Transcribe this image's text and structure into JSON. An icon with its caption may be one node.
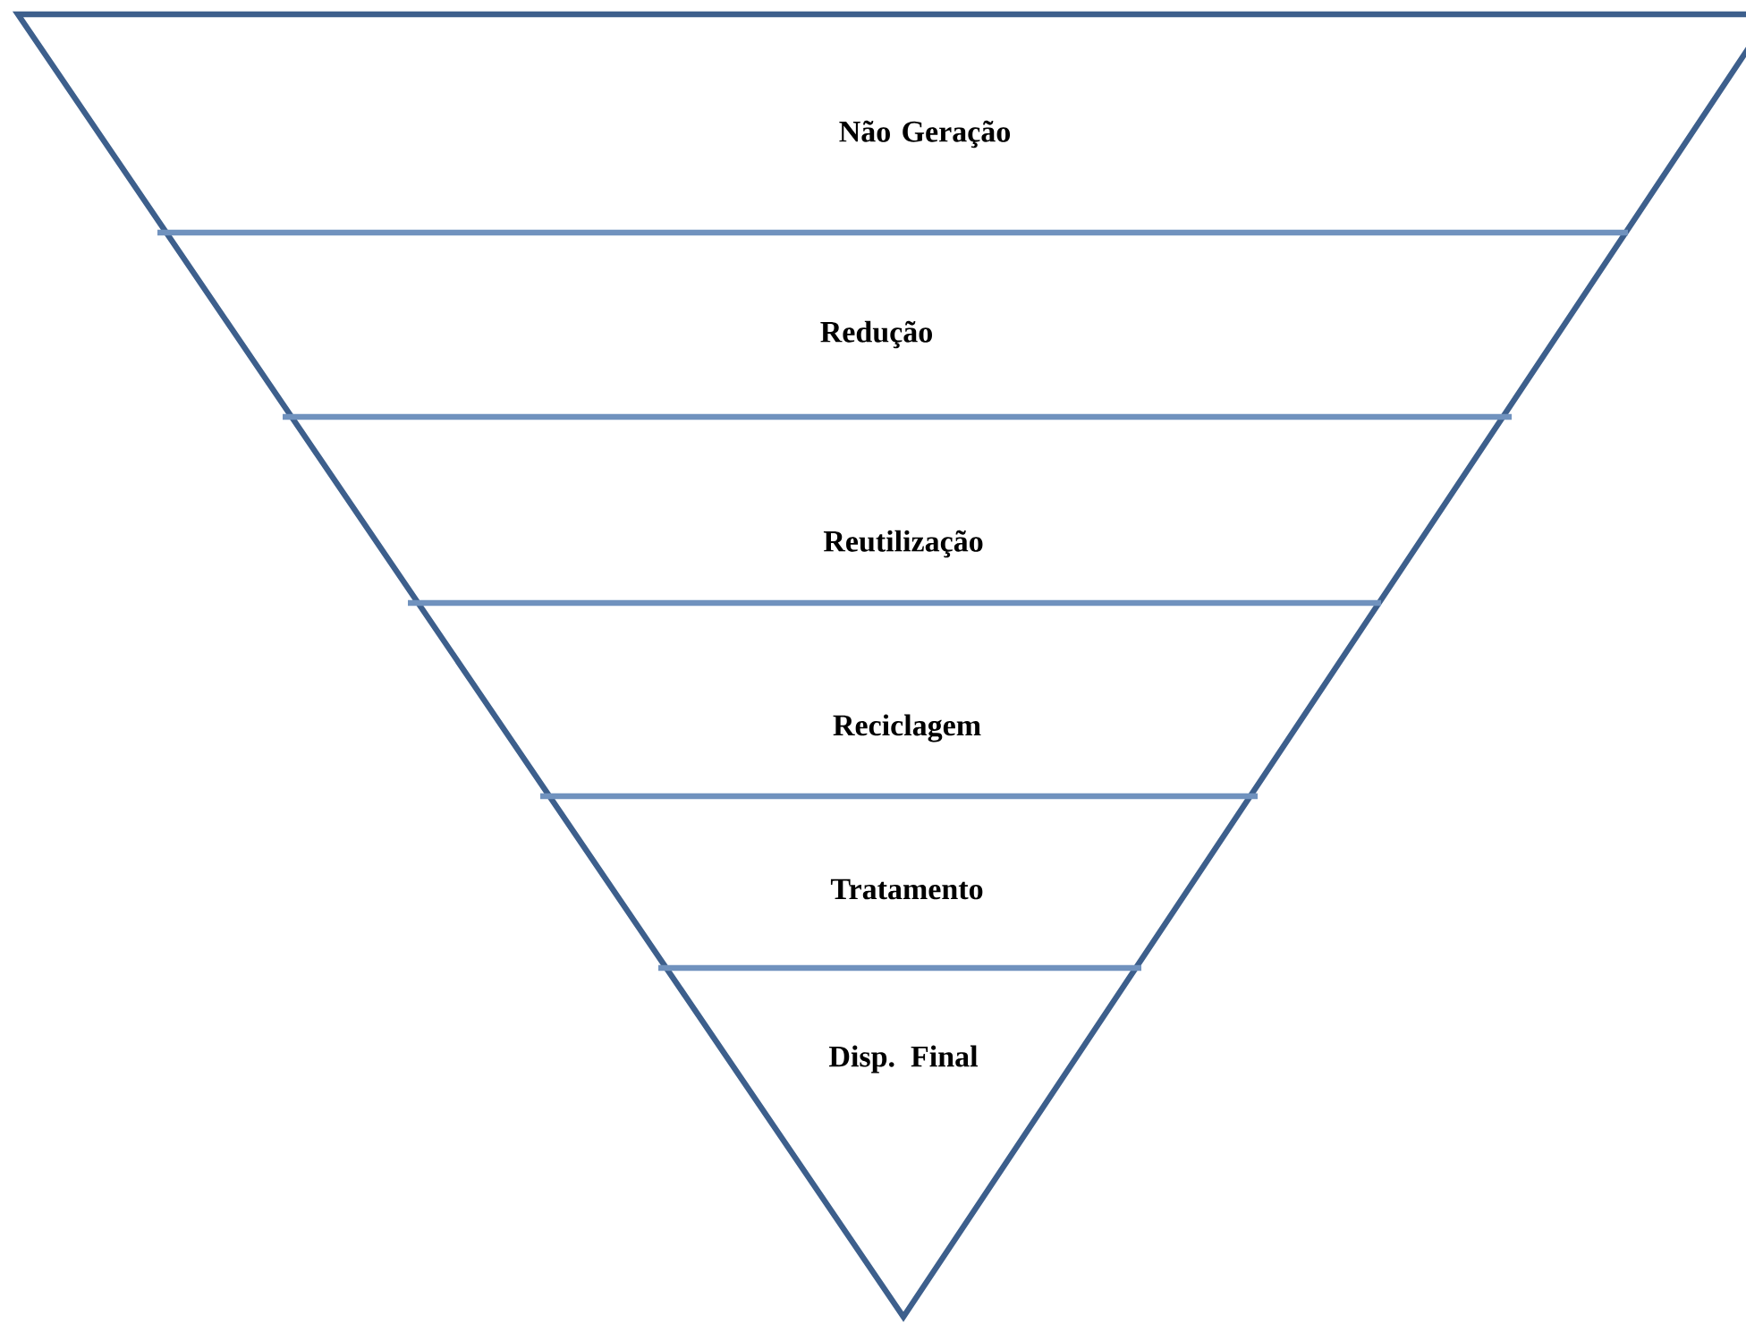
{
  "diagram": {
    "nodes": [
      {
        "text": [
          "Não Geração"
        ]
      },
      {
        "text": [
          "Redução"
        ]
      },
      {
        "text": [
          "Reutilização"
        ]
      },
      {
        "text": [
          "Reciclagem"
        ]
      },
      {
        "text": [
          "Tratamento"
        ]
      },
      {
        "text": [
          "Disp. Final"
        ]
      }
    ]
  }
}
